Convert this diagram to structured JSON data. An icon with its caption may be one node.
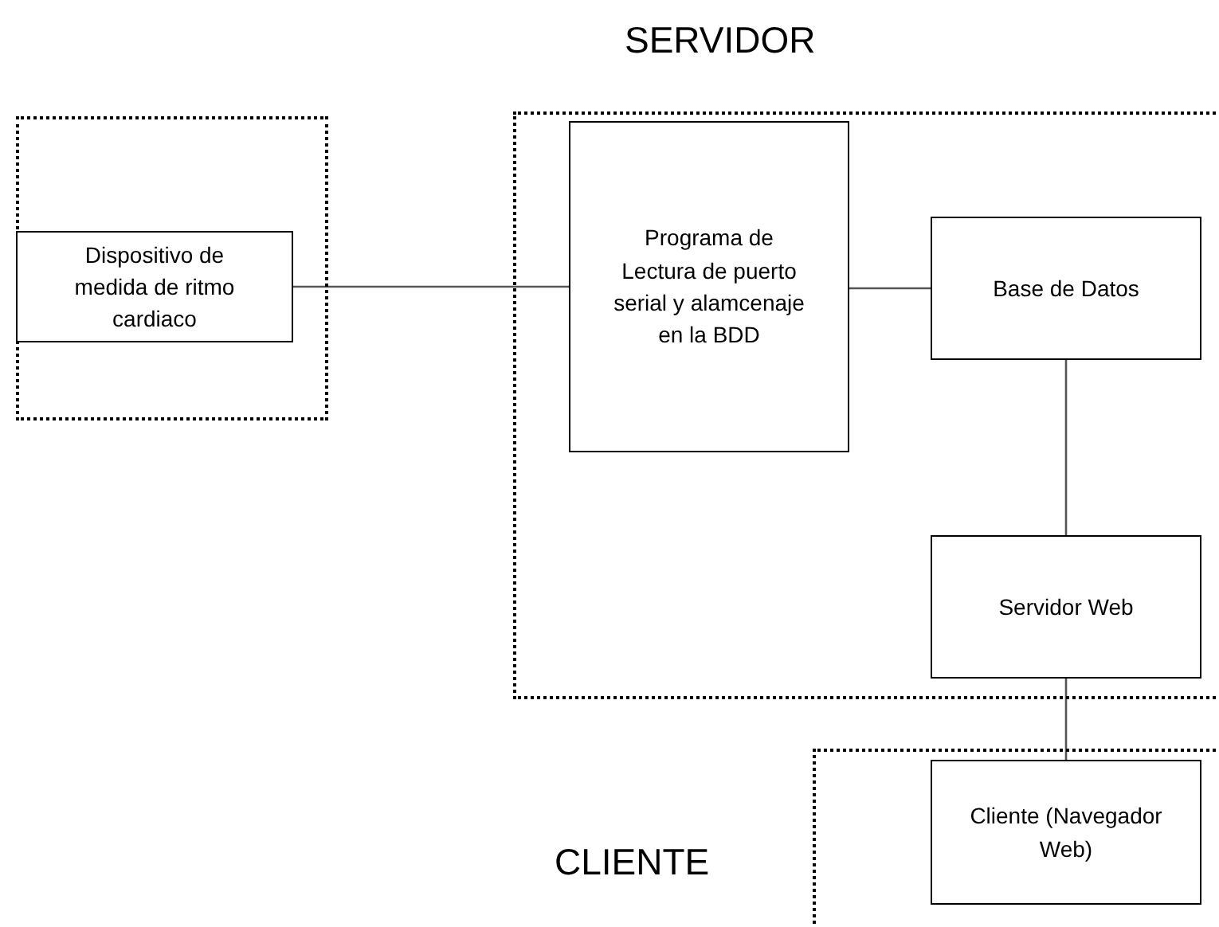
{
  "diagram": {
    "nodes": [
      {
        "text": [],
        "shape": "box"
      },
      {
        "text": [
          "Dispositivo de medida de ritmo cardiaco"
        ],
        "in": 0
      },
      {
        "text": [
          "SERVIDOR"
        ]
      },
      {
        "text": [
          "Programa de Lectura de puerto serial y alamcenaje en la BDD"
        ],
        "in": 2
      },
      {
        "text": [
          "Base de Datos"
        ],
        "in": 2
      },
      {
        "text": [
          "Servidor  Web"
        ],
        "in": 2
      },
      {
        "text": [
          "CLIENTE"
        ]
      },
      {
        "text": [
          "Cliente (Navegador Web)"
        ],
        "in": 6
      }
    ],
    "edges": [
      {
        "from": 1,
        "to": 3,
        "arrow": "none"
      },
      {
        "from": 3,
        "to": 4,
        "arrow": "none"
      },
      {
        "from": 4,
        "to": 5,
        "arrow": "none"
      },
      {
        "from": 5,
        "to": 7,
        "arrow": "none"
      }
    ]
  }
}
